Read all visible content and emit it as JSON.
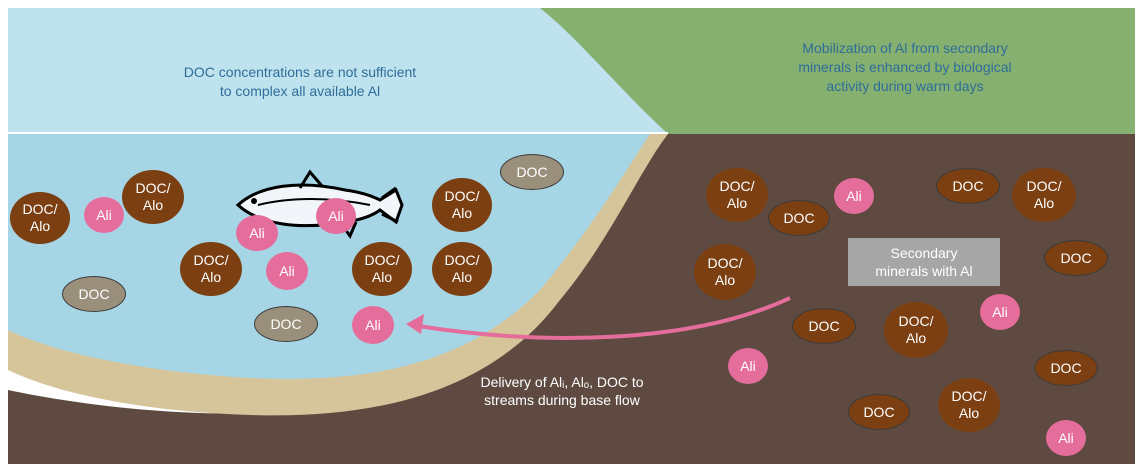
{
  "captions": {
    "left_line1": "DOC concentrations are not sufficient",
    "left_line2": "to complex all available Al",
    "right_line1": "Mobilization of Al from secondary",
    "right_line2": "minerals is enhanced by biological",
    "right_line3": "activity during warm days"
  },
  "secondary_minerals": {
    "line1": "Secondary",
    "line2": "minerals with Al"
  },
  "delivery": {
    "line1": "Delivery of Alᵢ, Alₒ, DOC to",
    "line2": "streams during base flow"
  },
  "labels": {
    "doc": "DOC",
    "complex_top": "DOC/",
    "complex_bottom": "Alo",
    "ali": "Ali"
  },
  "colors": {
    "sky": "#bfe3ee",
    "grass": "#86b06f",
    "water": "#a6d6e6",
    "bank": "#d6c49b",
    "soil": "#5e4a40",
    "complex": "#7b3f12",
    "doc_grey": "#9a8f7b",
    "ali_pink": "#e46d9c",
    "mineral_box": "#a6a6a6",
    "arrow": "#e46d9c",
    "caption_text": "#2e6d9a"
  }
}
